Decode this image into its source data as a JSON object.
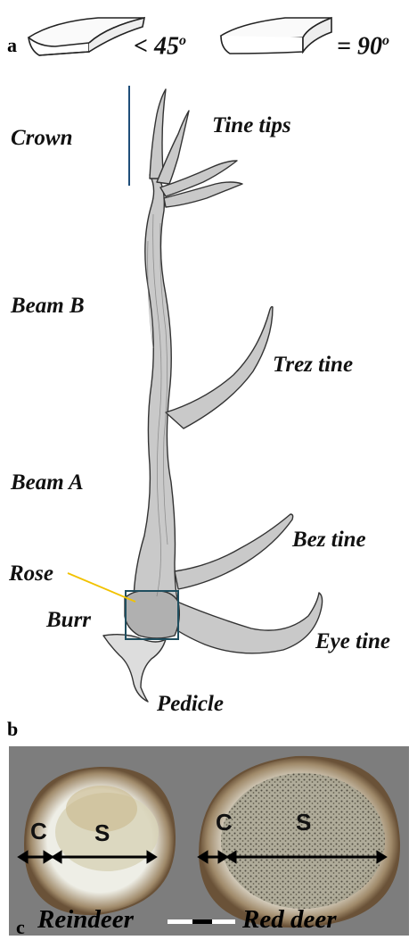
{
  "panel_a": {
    "letter": "a",
    "angle_lt": "< 45",
    "angle_eq": "= 90",
    "degree_symbol": "o"
  },
  "antler_labels": {
    "crown": "Crown",
    "tine_tips": "Tine tips",
    "beam_b": "Beam B",
    "trez_tine": "Trez tine",
    "beam_a": "Beam A",
    "bez_tine": "Bez tine",
    "rose": "Rose",
    "burr": "Burr",
    "eye_tine": "Eye tine",
    "pedicle": "Pedicle"
  },
  "panel_b": {
    "letter": "b"
  },
  "panel_c": {
    "letter": "c",
    "left": {
      "species": "Reindeer",
      "c_label": "C",
      "s_label": "S"
    },
    "right": {
      "species": "Red deer",
      "c_label": "C",
      "s_label": "S"
    }
  },
  "colors": {
    "crown_line": "#1f4e79",
    "box_outline": "#1f4e5f",
    "rose_leader": "#f2c200",
    "panel_c_bg": "#7d7d7d"
  }
}
